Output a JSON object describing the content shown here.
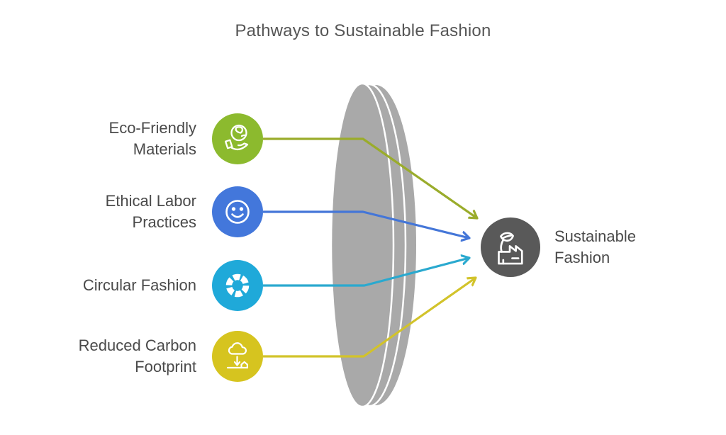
{
  "title": "Pathways to Sustainable Fashion",
  "items": [
    {
      "label": "Eco-Friendly Materials",
      "line1": "Eco-Friendly",
      "line2": "Materials",
      "icon": "hand-holding-globe-icon",
      "circle_color": "#8cba2e",
      "arrow_color": "#9aac2b"
    },
    {
      "label": "Ethical Labor Practices",
      "line1": "Ethical Labor",
      "line2": "Practices",
      "icon": "smiley-face-icon",
      "circle_color": "#4377db",
      "arrow_color": "#4476d8"
    },
    {
      "label": "Circular Fashion",
      "line1": "Circular Fashion",
      "line2": "",
      "icon": "circular-segments-icon",
      "circle_color": "#1fa9d9",
      "arrow_color": "#2aa9cf"
    },
    {
      "label": "Reduced Carbon Footprint",
      "line1": "Reduced Carbon",
      "line2": "Footprint",
      "icon": "carbon-capture-icon",
      "circle_color": "#d6c41f",
      "arrow_color": "#d2c32a"
    }
  ],
  "result": {
    "label": "Sustainable Fashion",
    "line1": "Sustainable",
    "line2": "Fashion",
    "icon": "eco-factory-icon",
    "circle_color": "#595959"
  },
  "lens": {
    "color": "#a9a9a9"
  },
  "text_color": "#4a4a4a"
}
